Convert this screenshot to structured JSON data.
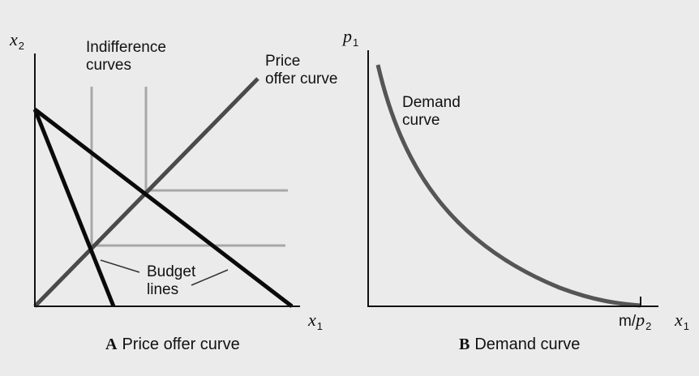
{
  "panel_a": {
    "y_axis": {
      "var": "x",
      "sub": "2"
    },
    "x_axis": {
      "var": "x",
      "sub": "1"
    },
    "indifference_label_line1": "Indifference",
    "indifference_label_line2": "curves",
    "price_offer_label_line1": "Price",
    "price_offer_label_line2": "offer curve",
    "budget_label_line1": "Budget",
    "budget_label_line2": "lines",
    "caption_letter": "A",
    "caption_text": "Price offer curve"
  },
  "panel_b": {
    "y_axis": {
      "var": "p",
      "sub": "1"
    },
    "x_axis": {
      "var": "x",
      "sub": "1"
    },
    "demand_label_line1": "Demand",
    "demand_label_line2": "curve",
    "tick_label_prefix": "m/",
    "tick_label_var": "p",
    "tick_label_sub": "2",
    "caption_letter": "B",
    "caption_text": "Demand curve"
  },
  "colors": {
    "axis": "#111111",
    "budget_line": "#0a0a0a",
    "price_offer_curve": "#4a4a4a",
    "indifference_curve": "#a8a8a8",
    "demand_curve": "#555555"
  }
}
